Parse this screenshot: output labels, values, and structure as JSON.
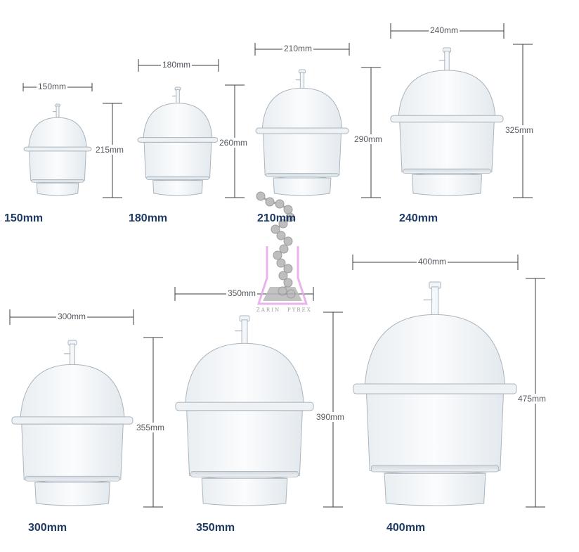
{
  "labels": {
    "d150": "150mm",
    "d180": "180mm",
    "d210": "210mm",
    "d240": "240mm",
    "d300": "300mm",
    "d350": "350mm",
    "d400": "400mm"
  },
  "heights": {
    "h150": "215mm",
    "h180": "260mm",
    "h210": "290mm",
    "h240": "325mm",
    "h300": "355mm",
    "h350": "390mm",
    "h400": "475mm"
  },
  "captions": {
    "c150": "150mm",
    "c180": "180mm",
    "c210": "210mm",
    "c240": "240mm",
    "c300": "300mm",
    "c350": "350mm",
    "c400": "400mm"
  },
  "watermark": {
    "left": "ZARIN",
    "right": "PYREX"
  },
  "colors": {
    "line": "#3a3f45",
    "glass": "#c9d3dc",
    "caption": "#1f3b63",
    "watermark_pink": "#e8a6e8",
    "watermark_gray": "#9a9a9a"
  }
}
